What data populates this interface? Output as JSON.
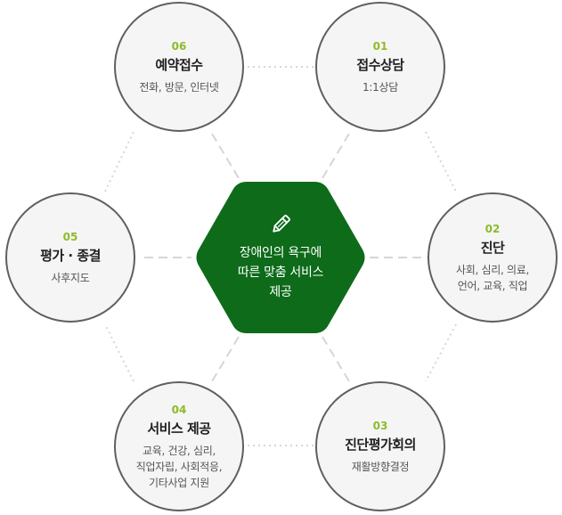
{
  "center": {
    "text": "장애인의 욕구에\n따른 맞춤 서비스\n제공",
    "icon": "pencil-icon",
    "color": "#0d6b1a"
  },
  "steps": [
    {
      "number": "01",
      "title": "접수상담",
      "desc": "1:1상담"
    },
    {
      "number": "02",
      "title": "진단",
      "desc": "사회, 심리, 의료,\n언어, 교육, 직업"
    },
    {
      "number": "03",
      "title": "진단평가회의",
      "desc": "재활방향결정"
    },
    {
      "number": "04",
      "title": "서비스 제공",
      "desc": "교육, 건강, 심리,\n직업자립, 사회적응,\n기타사업 지원"
    },
    {
      "number": "05",
      "title": "평가 · 종결",
      "desc": "사후지도"
    },
    {
      "number": "06",
      "title": "예약접수",
      "desc": "전화, 방문, 인터넷"
    }
  ],
  "colors": {
    "accent_number": "#8dbb2b",
    "node_border": "#5f5f5f",
    "node_fill": "#f5f5f5",
    "connector": "#d6d6d6"
  }
}
